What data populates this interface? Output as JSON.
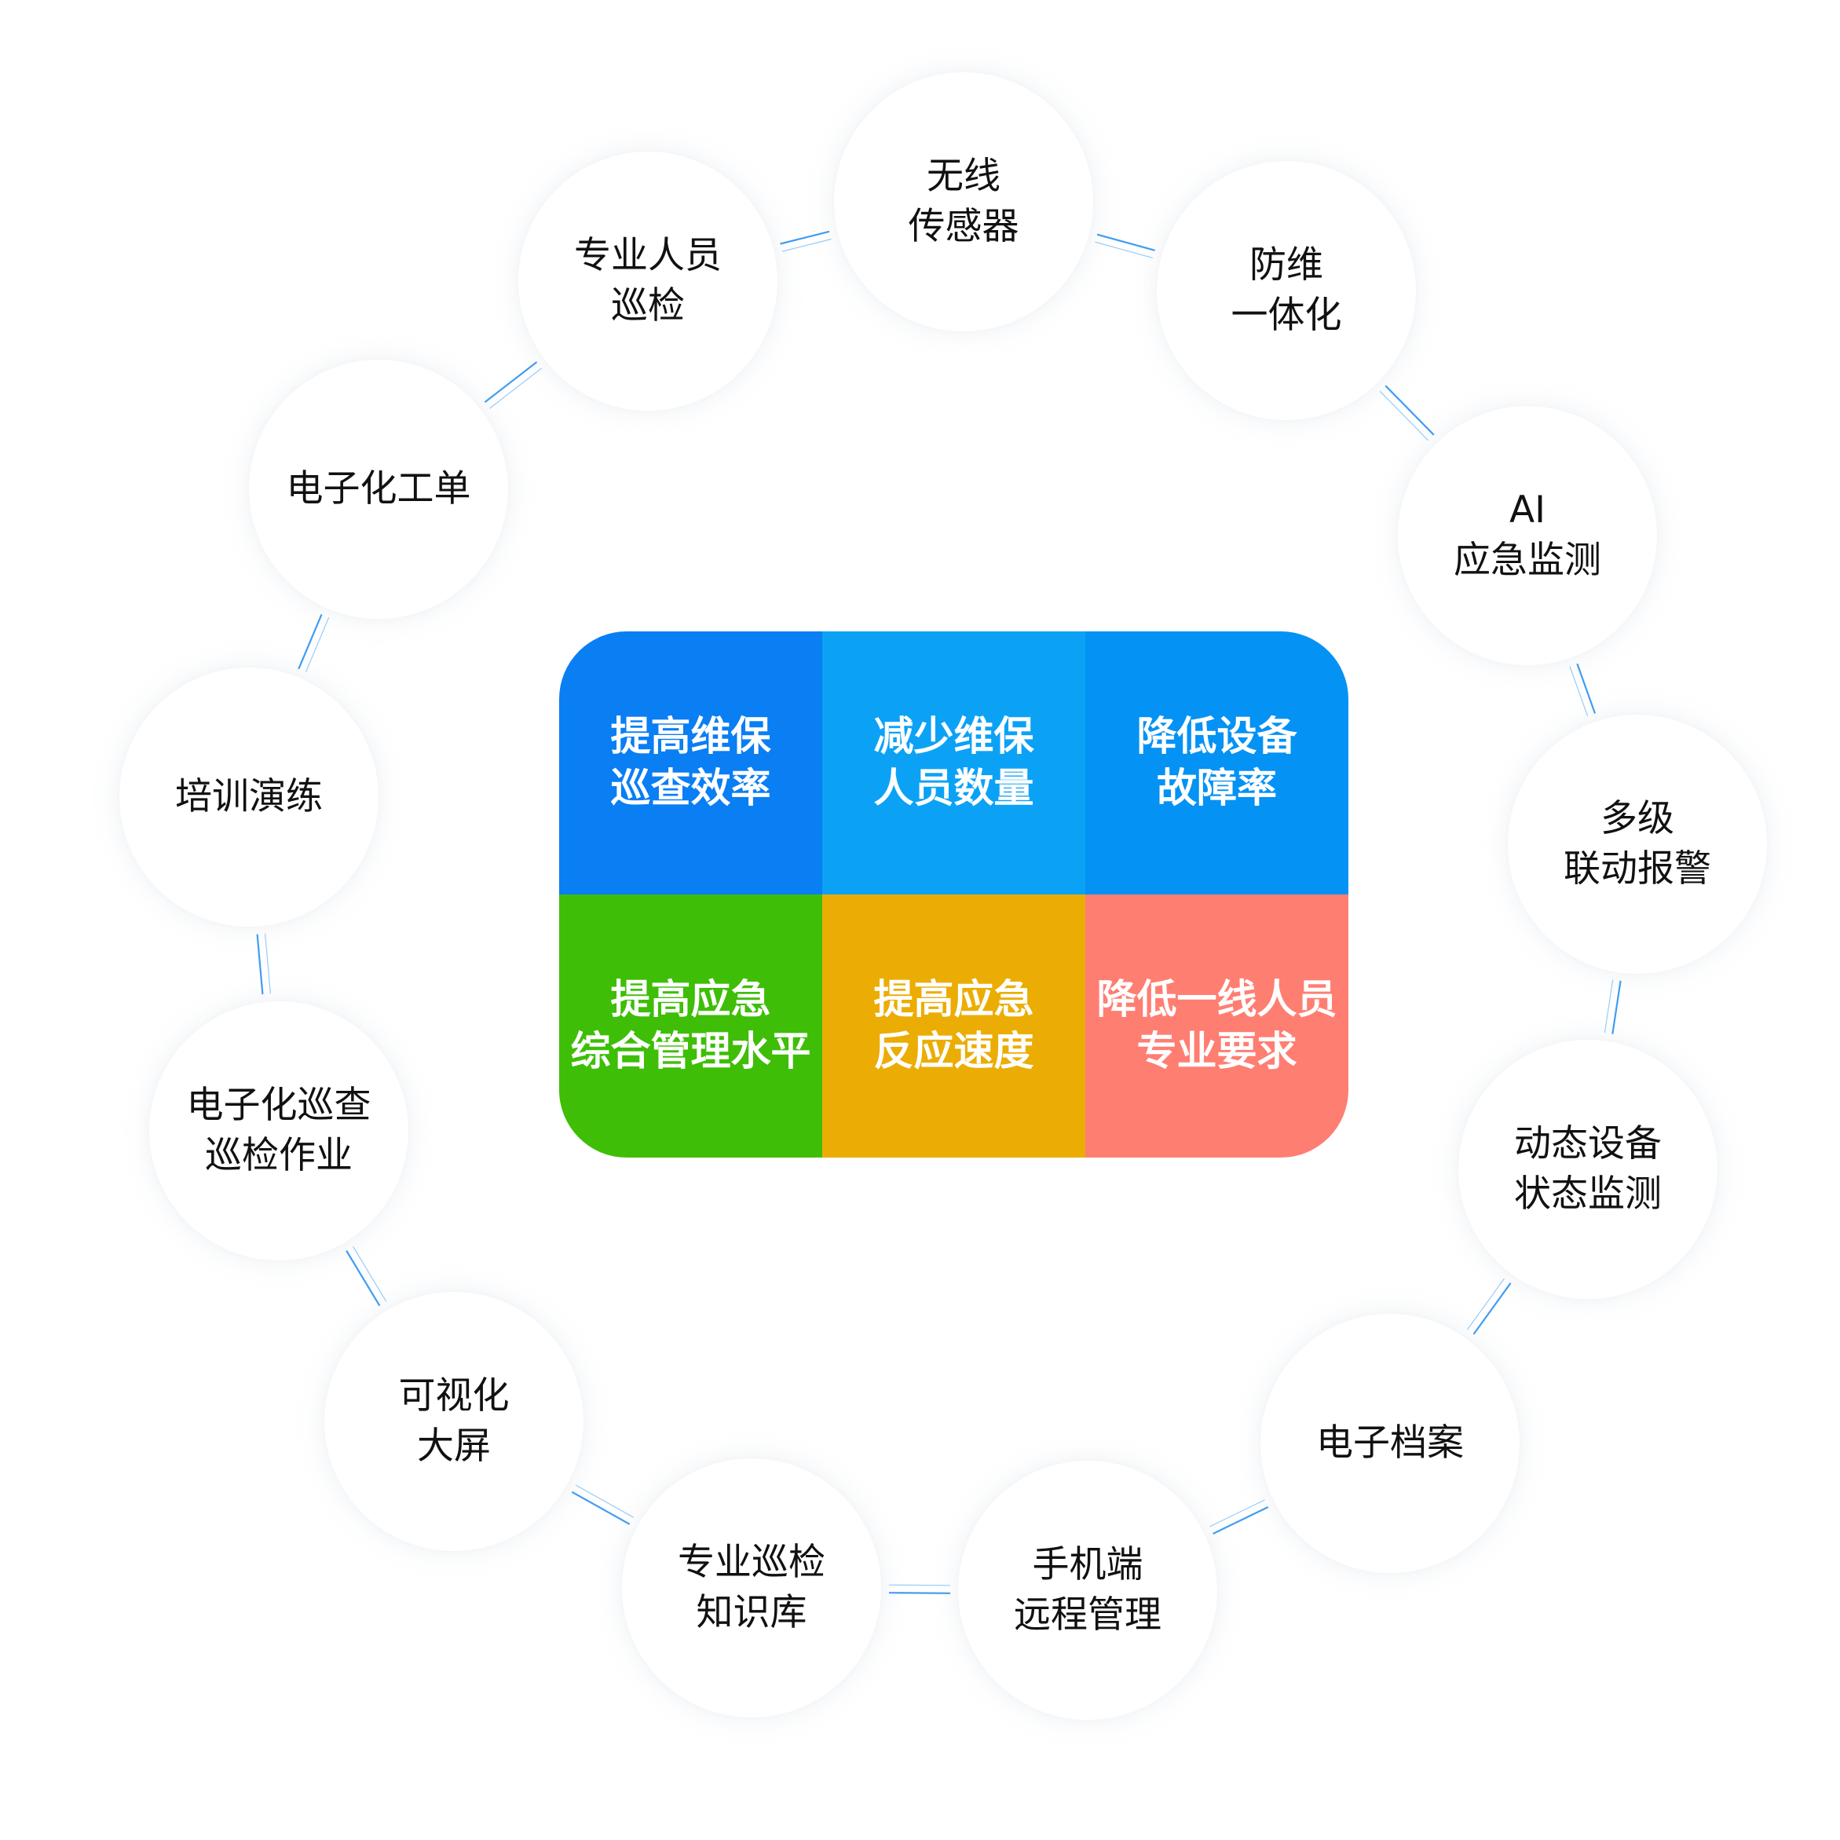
{
  "nodes": [
    {
      "id": "wireless-sensor",
      "lines": [
        "无线",
        "传感器"
      ]
    },
    {
      "id": "maintenance-integration",
      "lines": [
        "防维",
        "一体化"
      ]
    },
    {
      "id": "ai-emergency-monitoring",
      "lines": [
        "AI",
        "应急监测"
      ]
    },
    {
      "id": "multi-level-alarm",
      "lines": [
        "多级",
        "联动报警"
      ]
    },
    {
      "id": "dynamic-equipment-monitoring",
      "lines": [
        "动态设备",
        "状态监测"
      ]
    },
    {
      "id": "electronic-archive",
      "lines": [
        "电子档案"
      ]
    },
    {
      "id": "mobile-remote-management",
      "lines": [
        "手机端",
        "远程管理"
      ]
    },
    {
      "id": "inspection-knowledge-base",
      "lines": [
        "专业巡检",
        "知识库"
      ]
    },
    {
      "id": "visual-big-screen",
      "lines": [
        "可视化",
        "大屏"
      ]
    },
    {
      "id": "electronic-patrol",
      "lines": [
        "电子化巡查",
        "巡检作业"
      ]
    },
    {
      "id": "training-drill",
      "lines": [
        "培训演练"
      ]
    },
    {
      "id": "electronic-work-order",
      "lines": [
        "电子化工单"
      ]
    },
    {
      "id": "professional-inspection",
      "lines": [
        "专业人员",
        "巡检"
      ]
    }
  ],
  "tiles": [
    {
      "id": "improve-inspection-efficiency",
      "lines": [
        "提高维保",
        "巡查效率"
      ],
      "color": "#0A7EF3"
    },
    {
      "id": "reduce-staff",
      "lines": [
        "减少维保",
        "人员数量"
      ],
      "color": "#0BA2F6"
    },
    {
      "id": "reduce-failure-rate",
      "lines": [
        "降低设备",
        "故障率"
      ],
      "color": "#0492F4"
    },
    {
      "id": "improve-emergency-management",
      "lines": [
        "提高应急",
        "综合管理水平"
      ],
      "color": "#3EBE07"
    },
    {
      "id": "improve-response-speed",
      "lines": [
        "提高应急",
        "反应速度"
      ],
      "color": "#EBAD04"
    },
    {
      "id": "reduce-skill-requirement",
      "lines": [
        "降低一线人员",
        "专业要求"
      ],
      "color": "#FF7E72"
    }
  ],
  "connector_color": "#1E8CF0"
}
